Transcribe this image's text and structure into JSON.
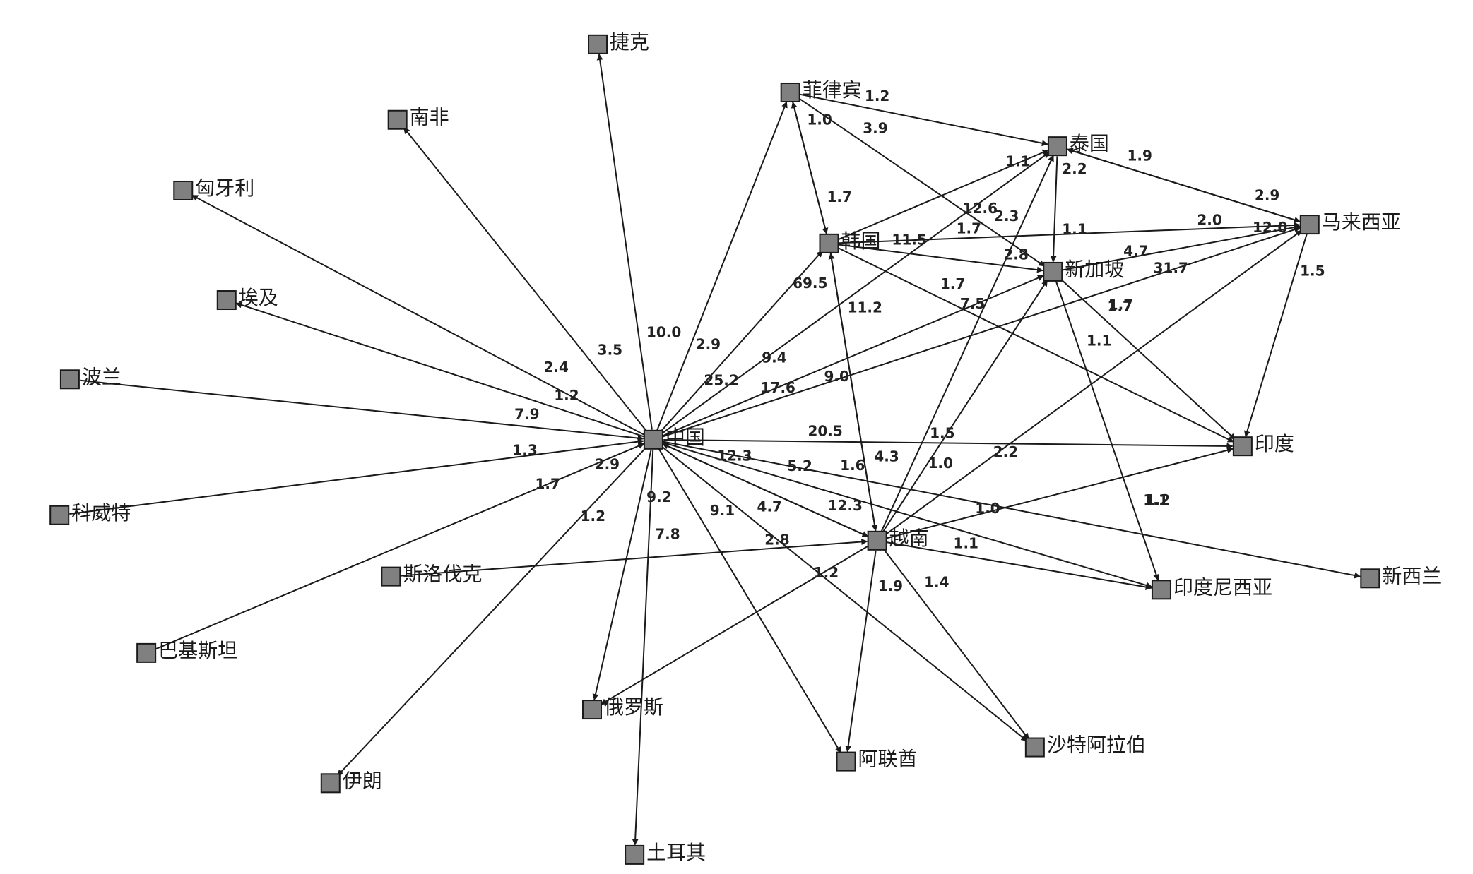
{
  "nodes": [
    {
      "id": "china",
      "label": "中国"
    },
    {
      "id": "czech",
      "label": "捷克"
    },
    {
      "id": "southafrica",
      "label": "南非"
    },
    {
      "id": "hungary",
      "label": "匈牙利"
    },
    {
      "id": "egypt",
      "label": "埃及"
    },
    {
      "id": "poland",
      "label": "波兰"
    },
    {
      "id": "kuwait",
      "label": "科威特"
    },
    {
      "id": "slovakia",
      "label": "斯洛伐克"
    },
    {
      "id": "pakistan",
      "label": "巴基斯坦"
    },
    {
      "id": "iran",
      "label": "伊朗"
    },
    {
      "id": "russia",
      "label": "俄罗斯"
    },
    {
      "id": "turkey",
      "label": "土耳其"
    },
    {
      "id": "uae",
      "label": "阿联酋"
    },
    {
      "id": "saudi",
      "label": "沙特阿拉伯"
    },
    {
      "id": "vietnam",
      "label": "越南"
    },
    {
      "id": "indonesia",
      "label": "印度尼西亚"
    },
    {
      "id": "newzealand",
      "label": "新西兰"
    },
    {
      "id": "india",
      "label": "印度"
    },
    {
      "id": "singapore",
      "label": "新加坡"
    },
    {
      "id": "korea",
      "label": "韩国"
    },
    {
      "id": "philippines",
      "label": "菲律宾"
    },
    {
      "id": "thailand",
      "label": "泰国"
    },
    {
      "id": "malaysia",
      "label": "马来西亚"
    }
  ],
  "edges": [
    {
      "from": "china",
      "to": "czech",
      "label": "10.0"
    },
    {
      "from": "china",
      "to": "southafrica",
      "label": "3.5"
    },
    {
      "from": "china",
      "to": "hungary",
      "label": "2.4"
    },
    {
      "from": "china",
      "to": "egypt",
      "label": "1.2"
    },
    {
      "from": "poland",
      "to": "china",
      "label": "7.9"
    },
    {
      "from": "kuwait",
      "to": "china",
      "label": "1.3"
    },
    {
      "from": "pakistan",
      "to": "china",
      "label": "1.7"
    },
    {
      "from": "china",
      "to": "iran",
      "label": "1.2"
    },
    {
      "from": "china",
      "to": "russia",
      "label": "9.2"
    },
    {
      "from": "china",
      "to": "turkey",
      "label": "7.8"
    },
    {
      "from": "china",
      "to": "uae",
      "label": "9.1"
    },
    {
      "from": "china",
      "to": "saudi",
      "label": "4.7"
    },
    {
      "from": "china",
      "to": "vietnam",
      "label": "12.3"
    },
    {
      "from": "china",
      "to": "newzealand",
      "label": "5.2"
    },
    {
      "from": "china",
      "to": "india",
      "label": "20.5"
    },
    {
      "from": "china",
      "to": "philippines",
      "label": "2.9"
    },
    {
      "from": "china",
      "to": "korea",
      "label": "25.2"
    },
    {
      "from": "china",
      "to": "singapore",
      "label": "17.6"
    },
    {
      "from": "china",
      "to": "malaysia",
      "label": "9.0"
    },
    {
      "from": "china",
      "to": "indonesia",
      "label": "12.3"
    },
    {
      "from": "china",
      "to": "thailand",
      "label": "9.4"
    },
    {
      "from": "slovakia",
      "to": "vietnam",
      "label": "2.8"
    },
    {
      "from": "vietnam",
      "to": "china",
      "label": "2.9"
    },
    {
      "from": "philippines",
      "to": "thailand",
      "label": "1.2"
    },
    {
      "from": "philippines",
      "to": "singapore",
      "label": "3.9"
    },
    {
      "from": "philippines",
      "to": "korea",
      "label": "1.7"
    },
    {
      "from": "korea",
      "to": "philippines",
      "label": "1.0"
    },
    {
      "from": "korea",
      "to": "thailand",
      "label": "12.6"
    },
    {
      "from": "korea",
      "to": "singapore",
      "label": "2.8"
    },
    {
      "from": "korea",
      "to": "malaysia",
      "label": "11.5"
    },
    {
      "from": "korea",
      "to": "india",
      "label": "7.5"
    },
    {
      "from": "korea",
      "to": "vietnam",
      "label": "69.5"
    },
    {
      "from": "vietnam",
      "to": "korea",
      "label": "11.2"
    },
    {
      "from": "thailand",
      "to": "singapore",
      "label": "2.2"
    },
    {
      "from": "thailand",
      "to": "malaysia",
      "label": "1.9"
    },
    {
      "from": "malaysia",
      "to": "thailand",
      "label": "2.9"
    },
    {
      "from": "singapore",
      "to": "malaysia",
      "label": "4.7"
    },
    {
      "from": "malaysia",
      "to": "india",
      "label": "1.5"
    },
    {
      "from": "singapore",
      "to": "india",
      "label": "1.7"
    },
    {
      "from": "singapore",
      "to": "indonesia",
      "label": "1.1"
    },
    {
      "from": "vietnam",
      "to": "thailand",
      "label": "2.3"
    },
    {
      "from": "vietnam",
      "to": "singapore",
      "label": "1.5"
    },
    {
      "from": "vietnam",
      "to": "malaysia",
      "label": "2.2"
    },
    {
      "from": "vietnam",
      "to": "india",
      "label": "1.0"
    },
    {
      "from": "vietnam",
      "to": "indonesia",
      "label": "1.1"
    },
    {
      "from": "vietnam",
      "to": "uae",
      "label": "1.9"
    },
    {
      "from": "vietnam",
      "to": "saudi",
      "label": "1.4"
    },
    {
      "from": "vietnam",
      "to": "russia",
      "label": "1.2"
    }
  ],
  "free_labels": [
    "1.1",
    "1.7",
    "2.0",
    "12.0",
    "31.7",
    "1.7",
    "1.2",
    "1.6",
    "4.3",
    "1.0",
    "1.1",
    "1.1",
    "1.7"
  ]
}
